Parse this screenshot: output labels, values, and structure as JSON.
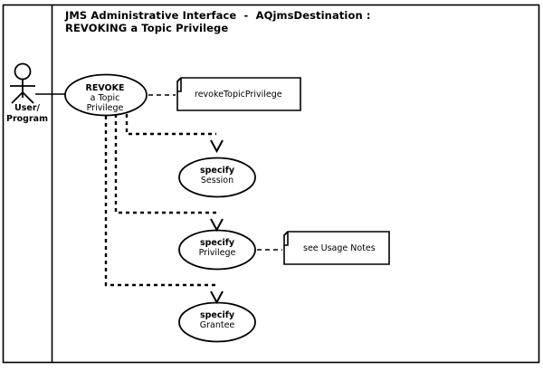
{
  "diagram": {
    "type": "uml-use-case",
    "title": {
      "line1": "JMS Administrative Interface  -  AQjmsDestination :",
      "line2": "REVOKING a Topic Privilege"
    },
    "actor": {
      "icon": "stick-figure-actor-icon",
      "label_line1": "User/",
      "label_line2": "Program"
    },
    "use_cases": [
      {
        "id": "revoke-a-topic-privilege",
        "primary": "REVOKE",
        "secondary_line1": "a Topic",
        "secondary_line2": "Privilege"
      },
      {
        "id": "specify-session",
        "primary": "specify",
        "secondary_line1": "Session"
      },
      {
        "id": "specify-privilege",
        "primary": "specify",
        "secondary_line1": "Privilege"
      },
      {
        "id": "specify-grantee",
        "primary": "specify",
        "secondary_line1": "Grantee"
      }
    ],
    "notes": [
      {
        "id": "note-revoke-topic-privilege",
        "text": "revokeTopicPrivilege"
      },
      {
        "id": "note-see-usage-notes",
        "text": "see Usage Notes"
      }
    ],
    "colors": {
      "stroke": "#000000",
      "background": "#ffffff",
      "text": "#000000"
    }
  }
}
